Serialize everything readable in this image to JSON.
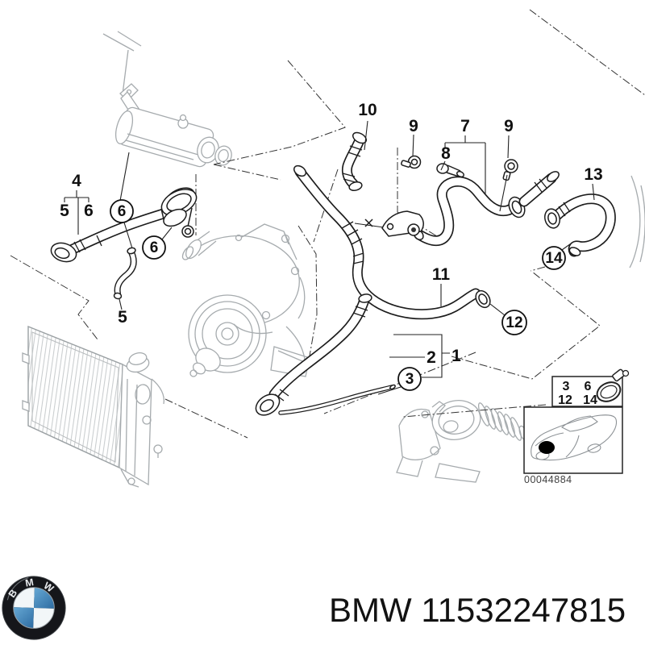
{
  "page": {
    "background": "#ffffff"
  },
  "diagram": {
    "number": "00044884",
    "callouts": {
      "c1": "1",
      "c2": "2",
      "c3": "3",
      "c4": "4",
      "c5a": "5",
      "c5b": "5",
      "c6a": "6",
      "c6b": "6",
      "c6c": "6",
      "c7": "7",
      "c8": "8",
      "c9a": "9",
      "c9b": "9",
      "c10": "10",
      "c11": "11",
      "c12": "12",
      "c13": "13",
      "c14": "14"
    },
    "legend": {
      "rows": [
        [
          "3",
          "6"
        ],
        [
          "12",
          "14"
        ]
      ],
      "icon": "hose-clamp-icon"
    },
    "colors": {
      "line": "#1c1c1c",
      "component_gray": "#a6abae",
      "fin_gray": "#c5c9cb"
    }
  },
  "footer": {
    "brand": "BMW",
    "part_number": "11532247815"
  },
  "logo": {
    "name": "bmw-roundel",
    "letters": [
      "B",
      "M",
      "W"
    ],
    "ring_color": "#15161a",
    "blue": "#3c85bd",
    "white": "#f2f6f8"
  }
}
